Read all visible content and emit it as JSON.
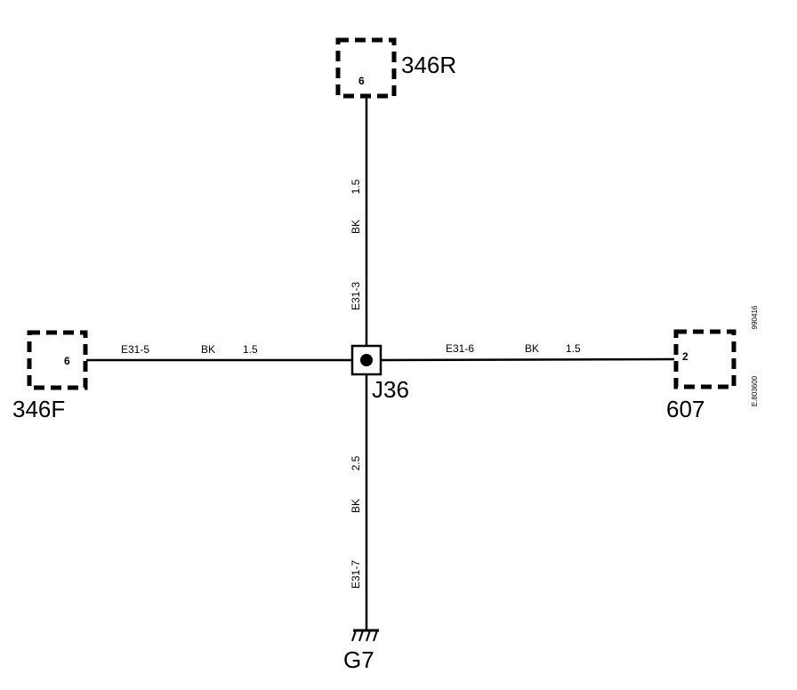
{
  "connectors": {
    "top": {
      "id": "346R",
      "pin": "6"
    },
    "left": {
      "id": "346F",
      "pin": "6"
    },
    "right": {
      "id": "607",
      "pin": "2"
    }
  },
  "splice": {
    "id": "J36"
  },
  "ground": {
    "id": "G7"
  },
  "wires": {
    "top": {
      "circuit": "E31-3",
      "color": "BK",
      "size": "1.5"
    },
    "left": {
      "circuit": "E31-5",
      "color": "BK",
      "size": "1.5"
    },
    "right": {
      "circuit": "E31-6",
      "color": "BK",
      "size": "1.5"
    },
    "bottom": {
      "circuit": "E31-7",
      "color": "BK",
      "size": "2.5"
    }
  },
  "side_codes": {
    "upper": "990416",
    "lower": "E.803600"
  }
}
